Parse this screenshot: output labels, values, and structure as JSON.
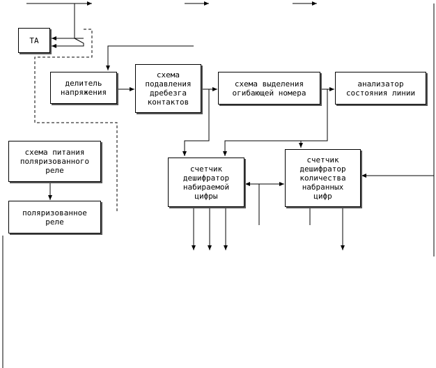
{
  "blocks": {
    "ta": "ТА",
    "divider": "делитель\nнапряжения",
    "debounce": "схема\nподавления\nдребезга\nконтактов",
    "envelope": "схема выделения\nогибающей номера",
    "analyzer": "анализатор\nсостояния линии",
    "power": "схема питания\nполяризованного\nреле",
    "relay": "поляризованное\nреле",
    "digit_counter": "счетчик\nдешифратор\nнабираемой\nцифры",
    "count_counter": "счетчик\nдешифратор\nколичества\nнабранных\nцифр"
  }
}
